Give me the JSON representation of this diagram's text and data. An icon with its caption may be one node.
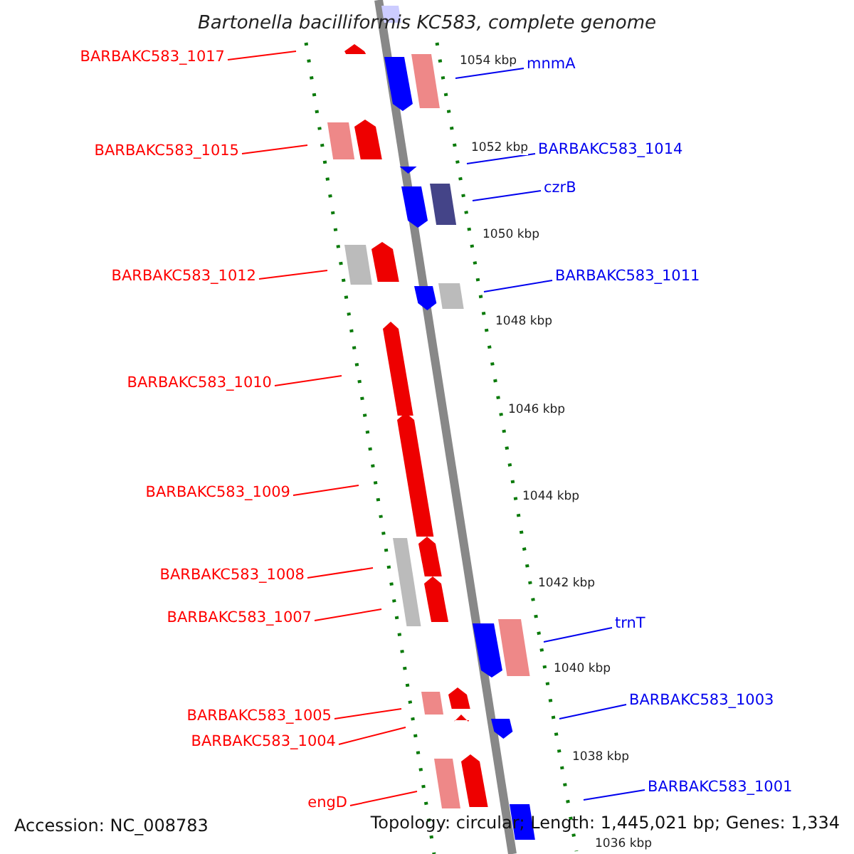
{
  "diagram": {
    "title": "Bartonella bacilliformis KC583, complete genome",
    "nodes": [
      {
        "text": [
          "BARBAKC583_1017"
        ]
      },
      {
        "text": [
          "mnmA"
        ]
      },
      {
        "text": [
          "BARBAKC583_1015"
        ]
      },
      {
        "text": [
          "BARBAKC583_1014"
        ]
      },
      {
        "text": [
          "czrB"
        ]
      },
      {
        "text": [
          "BARBAKC583_1012"
        ]
      },
      {
        "text": [
          "BARBAKC583_1011"
        ]
      },
      {
        "text": [
          "BARBAKC583_1010"
        ]
      },
      {
        "text": [
          "BARBAKC583_1009"
        ]
      },
      {
        "text": [
          "BARBAKC583_1008"
        ]
      },
      {
        "text": [
          "BARBAKC583_1007"
        ]
      },
      {
        "text": [
          "trnT"
        ]
      },
      {
        "text": [
          "BARBAKC583_1003"
        ]
      },
      {
        "text": [
          "BARBAKC583_1005"
        ]
      },
      {
        "text": [
          "BARBAKC583_1004"
        ]
      },
      {
        "text": [
          "BARBAKC583_1001"
        ]
      },
      {
        "text": [
          "engD"
        ]
      }
    ],
    "edges": [
      {
        "from": 0,
        "to": null,
        "arrow": "none"
      },
      {
        "from": 1,
        "to": null,
        "arrow": "none",
        "color": "#0000ee"
      },
      {
        "from": 2,
        "to": null,
        "arrow": "none"
      },
      {
        "from": 3,
        "to": null,
        "arrow": "none",
        "color": "#0000ee"
      },
      {
        "from": 4,
        "to": null,
        "arrow": "none",
        "color": "#0000ee"
      },
      {
        "from": 5,
        "to": null,
        "arrow": "none"
      },
      {
        "from": 6,
        "to": null,
        "arrow": "none",
        "color": "#0000ee"
      },
      {
        "from": 7,
        "to": null,
        "arrow": "none"
      },
      {
        "from": 8,
        "to": null,
        "arrow": "none"
      },
      {
        "from": 9,
        "to": null,
        "arrow": "none"
      },
      {
        "from": 10,
        "to": null,
        "arrow": "none"
      },
      {
        "from": 11,
        "to": null,
        "arrow": "none",
        "color": "#0000ee"
      },
      {
        "from": 12,
        "to": null,
        "arrow": "none",
        "color": "#0000ee"
      },
      {
        "from": 13,
        "to": null,
        "arrow": "none"
      },
      {
        "from": 14,
        "to": null,
        "arrow": "none"
      },
      {
        "from": 15,
        "to": null,
        "arrow": "none",
        "color": "#0000ee"
      },
      {
        "from": 16,
        "to": null,
        "arrow": "none"
      }
    ],
    "labels": [
      "1054 kbp",
      "1052 kbp",
      "1050 kbp",
      "1048 kbp",
      "1046 kbp",
      "1044 kbp",
      "1042 kbp",
      "1040 kbp",
      "1038 kbp",
      "1036 kbp",
      "Accession: NC_008783",
      "Topology: circular; Length: 1,445,021 bp; Genes: 1,334"
    ]
  }
}
